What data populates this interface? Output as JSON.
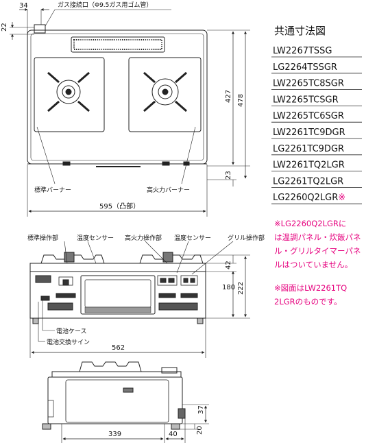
{
  "title": "共通寸法図",
  "models": [
    {
      "name": "LW2267TSSG",
      "mark": ""
    },
    {
      "name": "LG2264TSSGR",
      "mark": ""
    },
    {
      "name": "LW2265TC8SGR",
      "mark": ""
    },
    {
      "name": "LW2265TCSGR",
      "mark": ""
    },
    {
      "name": "LW2265TC6SGR",
      "mark": ""
    },
    {
      "name": "LW2261TC9DGR",
      "mark": ""
    },
    {
      "name": "LG2261TC9DGR",
      "mark": ""
    },
    {
      "name": "LW2261TQ2LGR",
      "mark": ""
    },
    {
      "name": "LG2261TQ2LGR",
      "mark": ""
    },
    {
      "name": "LG2260Q2LGR",
      "mark": "※"
    }
  ],
  "notes": [
    [
      "※LG2260Q2LGRに",
      "は温調パネル・炊飯パネ",
      "ル・グリルタイマーパネ",
      "ルはついていません。"
    ],
    [
      "※図面はLW2261TQ",
      "2LGRのものです。"
    ]
  ],
  "labels": {
    "gas_inlet": "ガス接続口（Φ9.5ガス用ゴム管）",
    "standard_burner": "標準バーナー",
    "high_power_burner": "高火力バーナー",
    "standard_control": "標準操作部",
    "temp_sensor_left": "温度センサー",
    "high_power_control": "高火力操作部",
    "temp_sensor_right": "温度センサー",
    "grill_control": "グリル操作部",
    "battery_case": "電池ケース",
    "battery_sign": "電池交換サイン"
  },
  "dimensions": {
    "d34": "34",
    "d22": "22",
    "d427": "427",
    "d478": "478",
    "d23": "23",
    "d595": "595（凸部）",
    "d42": "42",
    "d180": "180",
    "d222": "222",
    "d562": "562",
    "d37": "37",
    "d339": "339",
    "d40": "40",
    "d20": "20"
  },
  "colors": {
    "line": "#222222",
    "note": "#e6007e",
    "text": "#111111"
  }
}
